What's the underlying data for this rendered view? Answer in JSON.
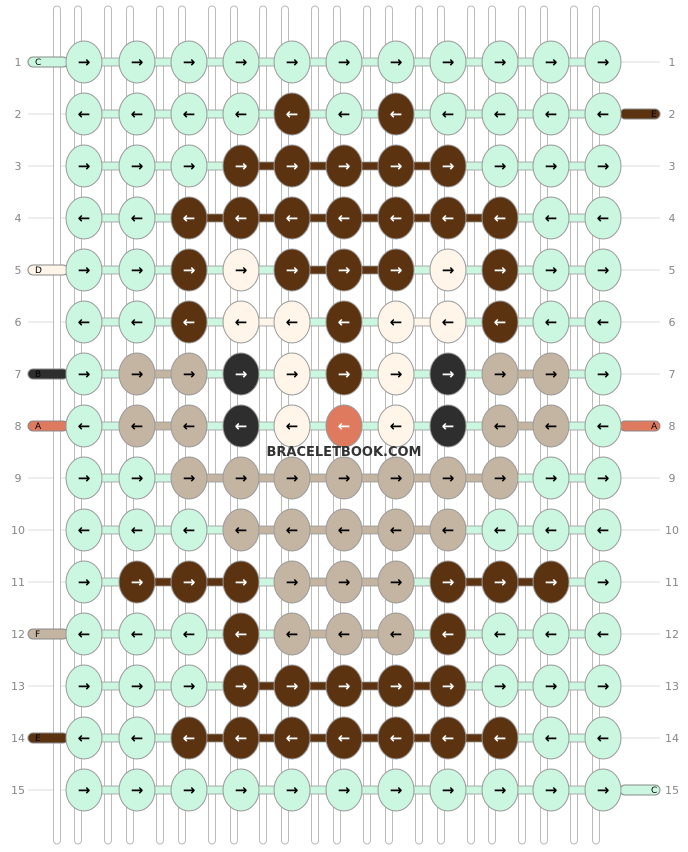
{
  "watermark": "BRACELETBOOK.COM",
  "colors": {
    "A": "#e07a5f",
    "B": "#2e2e2e",
    "C": "#cbf7e1",
    "D": "#fff5e8",
    "E": "#5c3311",
    "F": "#c4b5a2"
  },
  "left_strings": [
    {
      "row": 1,
      "letter": "C"
    },
    {
      "row": 5,
      "letter": "D"
    },
    {
      "row": 7,
      "letter": "B"
    },
    {
      "row": 8,
      "letter": "A"
    },
    {
      "row": 12,
      "letter": "F"
    },
    {
      "row": 14,
      "letter": "E"
    }
  ],
  "right_strings": [
    {
      "row": 2,
      "letter": "E"
    },
    {
      "row": 8,
      "letter": "A"
    },
    {
      "row": 15,
      "letter": "C"
    }
  ],
  "rows": [
    {
      "label": "1",
      "knots": "CCCCCCCCCCC",
      "dirs": "RRRRRRRRRRR"
    },
    {
      "label": "2",
      "knots": "CCCCECECCCC",
      "dirs": "LLLLLLLLLLL"
    },
    {
      "label": "3",
      "knots": "CCCEEEEECCC",
      "dirs": "RRRRRRRRRRR"
    },
    {
      "label": "4",
      "knots": "CCEEEEEEECC",
      "dirs": "LLLLLLLLLLL"
    },
    {
      "label": "5",
      "knots": "CCEDEEEDECC",
      "dirs": "RRRRRRRRRRR"
    },
    {
      "label": "6",
      "knots": "CCEDDEDDECC",
      "dirs": "LLLLLLLLLLL"
    },
    {
      "label": "7",
      "knots": "CFFBDEDBFFC",
      "dirs": "RRRRRRRRRRR"
    },
    {
      "label": "8",
      "knots": "CFFBDADBFFC",
      "dirs": "LLLLLLLLLLL"
    },
    {
      "label": "9",
      "knots": "CCFFFFFFFCC",
      "dirs": "RRRRRRRRRRR"
    },
    {
      "label": "10",
      "knots": "CCCFFFFFCCC",
      "dirs": "LLLLLLLLLLL"
    },
    {
      "label": "11",
      "knots": "CEEEFFFEEEC",
      "dirs": "RRRRRRRRRRR"
    },
    {
      "label": "12",
      "knots": "CCCEFFFECCC",
      "dirs": "LLLLLLLLLLL"
    },
    {
      "label": "13",
      "knots": "CCCEEEEECCC",
      "dirs": "RRRRRRRRRRR"
    },
    {
      "label": "14",
      "knots": "CCEEEEEEECC",
      "dirs": "LLLLLLLLLLL"
    },
    {
      "label": "15",
      "knots": "CCCCCCCCCCC",
      "dirs": "RRRRRRRRRRR"
    }
  ]
}
